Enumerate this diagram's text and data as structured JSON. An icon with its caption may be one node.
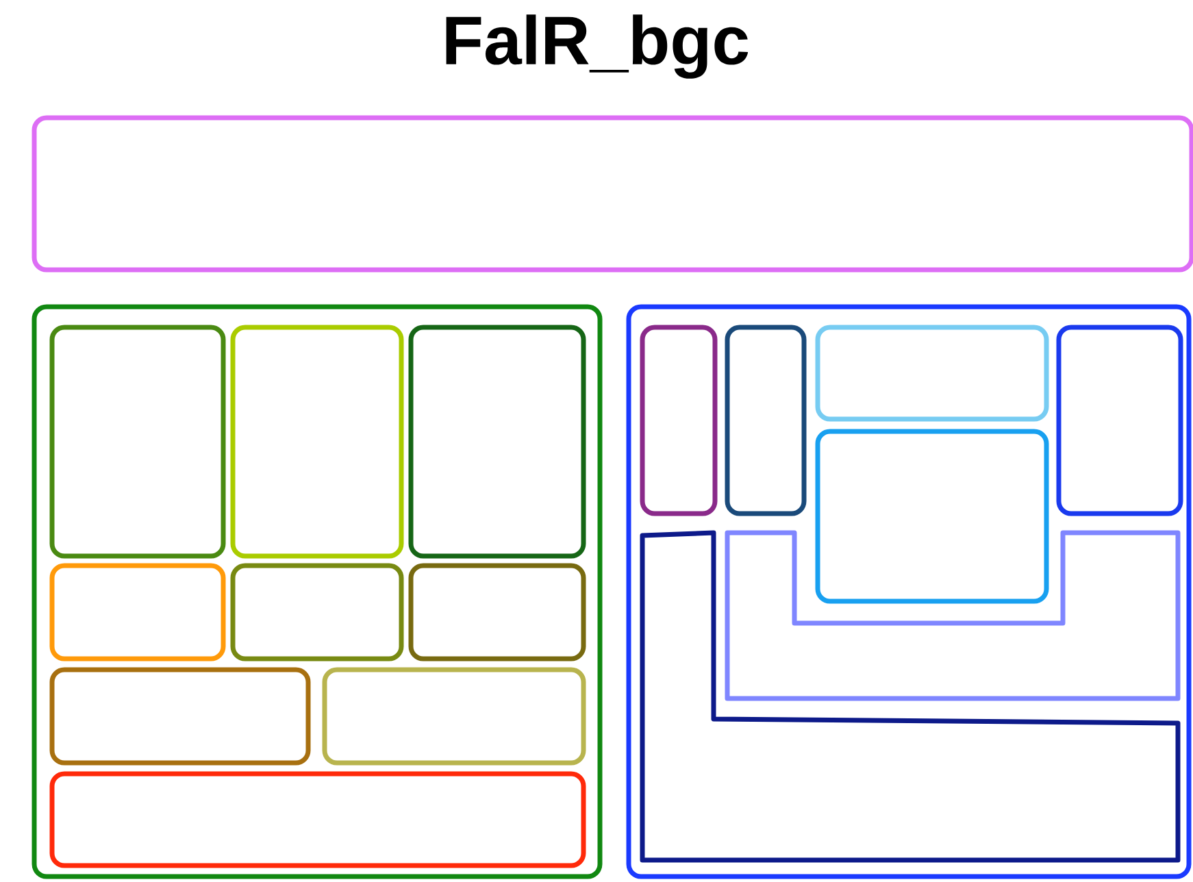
{
  "diagram": {
    "title": "FalR_bgc",
    "nodes": [
      {
        "text": [],
        "shape": "box"
      },
      {
        "text": [],
        "shape": "box"
      },
      {
        "text": [],
        "shape": "box",
        "in": 1
      },
      {
        "text": [],
        "shape": "box",
        "in": 1
      },
      {
        "text": [],
        "shape": "box",
        "in": 1
      },
      {
        "text": [],
        "shape": "box",
        "in": 1
      },
      {
        "text": [],
        "shape": "box",
        "in": 1
      },
      {
        "text": [],
        "shape": "box",
        "in": 1
      },
      {
        "text": [],
        "shape": "box",
        "in": 1
      },
      {
        "text": [],
        "shape": "box",
        "in": 1
      },
      {
        "text": [],
        "shape": "box",
        "in": 1
      },
      {
        "text": [],
        "shape": "box"
      },
      {
        "text": [],
        "shape": "box",
        "in": 11
      },
      {
        "text": [],
        "shape": "box",
        "in": 11
      },
      {
        "text": [],
        "shape": "box",
        "in": 11
      },
      {
        "text": [],
        "shape": "box",
        "in": 11
      },
      {
        "text": [],
        "shape": "box",
        "in": 11
      },
      {
        "text": [],
        "shape": "box",
        "in": 11
      },
      {
        "text": [],
        "shape": "box",
        "in": 11
      }
    ]
  }
}
